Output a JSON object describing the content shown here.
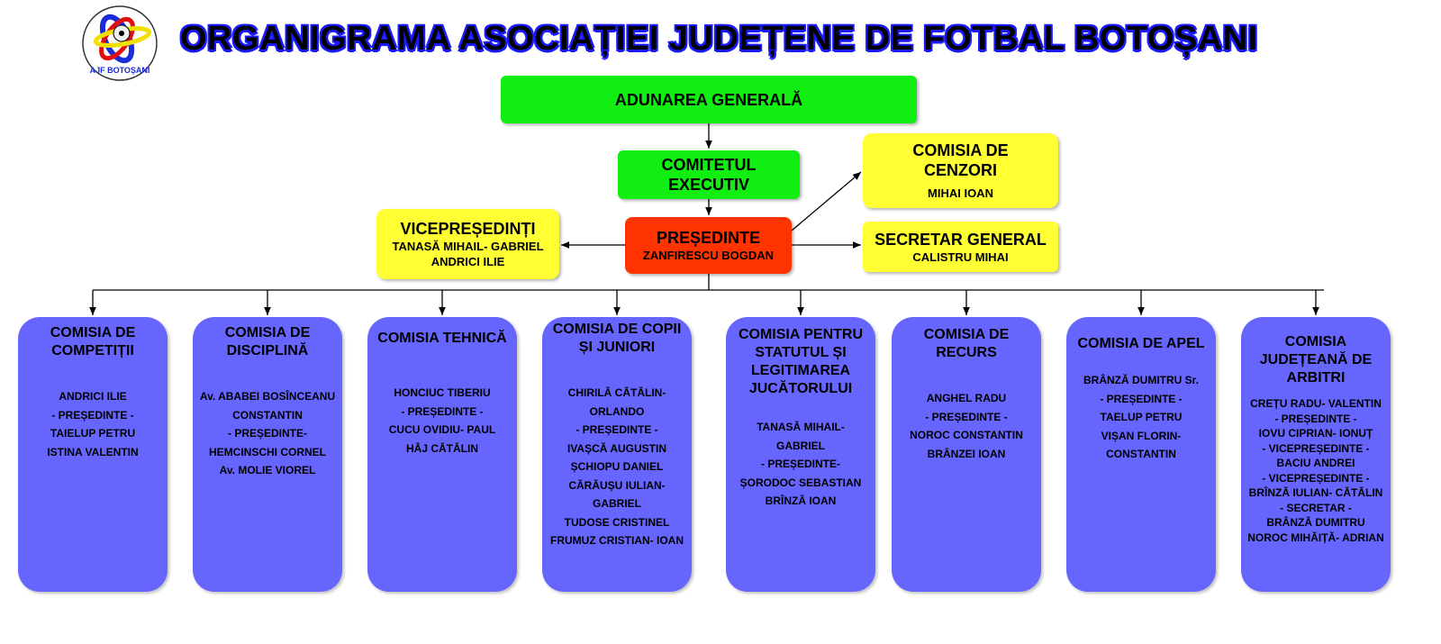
{
  "logo": {
    "text": "AJF BOTOȘANI"
  },
  "title": "ORGANIGRAMA ASOCIAȚIEI JUDEȚENE DE FOTBAL BOTOȘANI",
  "colors": {
    "green": "#11ee11",
    "yellow": "#ffff33",
    "red": "#ff3300",
    "commission": "#6666ff"
  },
  "top": {
    "adunarea": "ADUNAREA GENERALĂ",
    "comitetul": [
      "COMITETUL",
      "EXECUTIV"
    ],
    "cenzori": {
      "title": [
        "COMISIA DE",
        "CENZORI"
      ],
      "member": "MIHAI IOAN"
    },
    "presedinte": {
      "title": "PREȘEDINTE",
      "member": "ZANFIRESCU BOGDAN"
    },
    "vicepresedinti": {
      "title": "VICEPREȘEDINȚI",
      "members": [
        "TANASĂ MIHAIL- GABRIEL",
        "ANDRICI ILIE"
      ]
    },
    "secretar": {
      "title": "SECRETAR GENERAL",
      "member": "CALISTRU MIHAI"
    }
  },
  "commissions": [
    {
      "title": [
        "COMISIA DE",
        "COMPETIȚII"
      ],
      "lines": [
        "ANDRICI ILIE",
        "- PREȘEDINTE -",
        "TAIELUP PETRU",
        "ISTINA VALENTIN"
      ]
    },
    {
      "title": [
        "COMISIA DE",
        "DISCIPLINĂ"
      ],
      "lines": [
        "Av. ABABEI BOSÎNCEANU",
        "CONSTANTIN",
        "- PREȘEDINTE-",
        "HEMCINSCHI CORNEL",
        "Av. MOLIE VIOREL"
      ]
    },
    {
      "title": [
        "COMISIA TEHNICĂ"
      ],
      "lines": [
        "HONCIUC TIBERIU",
        "- PREȘEDINTE -",
        "CUCU OVIDIU- PAUL",
        "HÂJ CĂTĂLIN"
      ]
    },
    {
      "title": [
        "COMISIA DE COPII",
        "ȘI JUNIORI"
      ],
      "lines": [
        "CHIRILĂ CĂTĂLIN-",
        "ORLANDO",
        "- PREȘEDINTE -",
        "IVAȘCĂ AUGUSTIN",
        "ȘCHIOPU DANIEL",
        "CĂRĂUȘU IULIAN-",
        "GABRIEL",
        "TUDOSE CRISTINEL",
        "FRUMUZ CRISTIAN- IOAN"
      ]
    },
    {
      "title": [
        "COMISIA PENTRU",
        "STATUTUL ȘI",
        "LEGITIMAREA",
        "JUCĂTORULUI"
      ],
      "lines": [
        "TANASĂ MIHAIL-",
        "GABRIEL",
        "- PREȘEDINTE-",
        "ȘORODOC  SEBASTIAN",
        "BRÎNZĂ IOAN"
      ]
    },
    {
      "title": [
        "COMISIA DE",
        "RECURS"
      ],
      "lines": [
        "ANGHEL RADU",
        "- PREȘEDINTE -",
        "NOROC CONSTANTIN",
        "BRÂNZEI IOAN"
      ]
    },
    {
      "title": [
        "COMISIA DE APEL"
      ],
      "lines": [
        "BRÂNZĂ DUMITRU Sr.",
        "- PREȘEDINTE -",
        "TAELUP PETRU",
        "VIȘAN FLORIN-",
        "CONSTANTIN"
      ]
    },
    {
      "title": [
        "COMISIA",
        "JUDEȚEANĂ DE",
        "ARBITRI"
      ],
      "lines": [
        "CREȚU RADU- VALENTIN",
        "- PREȘEDINTE -",
        "IOVU CIPRIAN- IONUȚ",
        "- VICEPREȘEDINTE -",
        "BACIU ANDREI",
        "- VICEPREȘEDINTE -",
        "BRÎNZĂ IULIAN- CĂTĂLIN",
        "- SECRETAR -",
        "BRÂNZĂ DUMITRU",
        "NOROC MIHĂIȚĂ- ADRIAN"
      ]
    }
  ]
}
